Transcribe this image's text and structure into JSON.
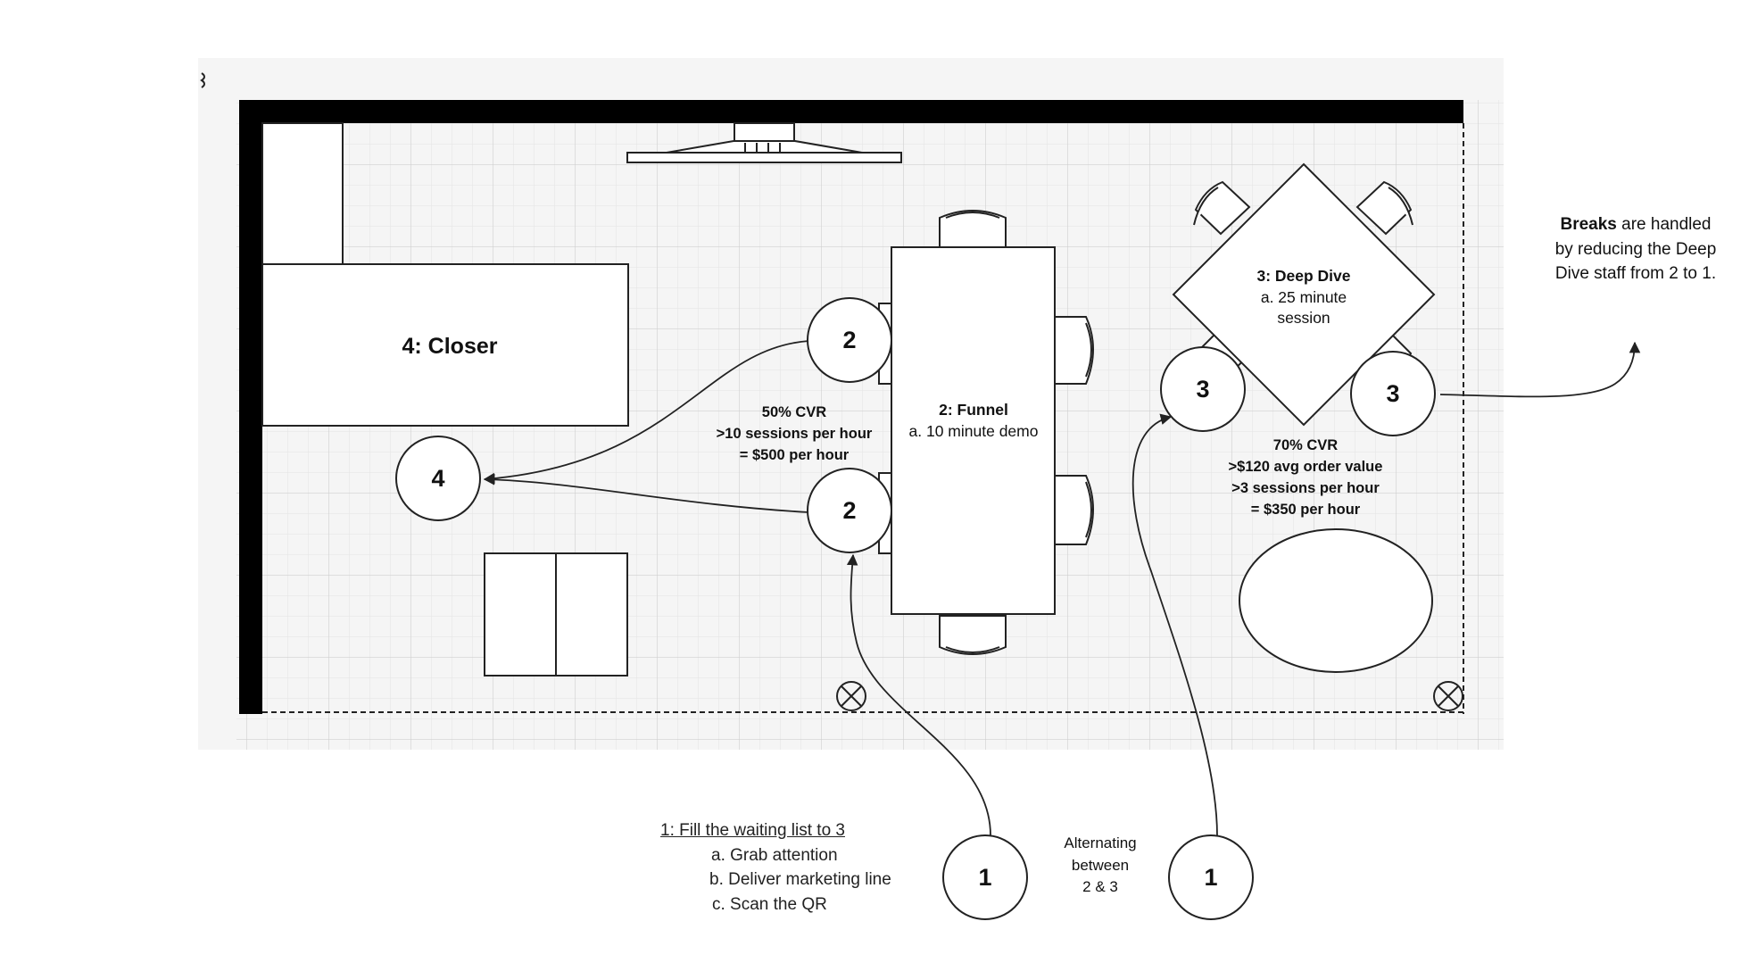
{
  "zones": {
    "closer": {
      "label": "4: Closer"
    },
    "funnel": {
      "title": "2: Funnel",
      "line": "a. 10 minute demo"
    },
    "deep_dive": {
      "title": "3: Deep Dive",
      "line1": "a. 25 minute",
      "line2": "session"
    }
  },
  "nodes": {
    "four": "4",
    "two_top": "2",
    "two_bottom": "2",
    "three_left": "3",
    "three_right": "3",
    "one_left": "1",
    "one_right": "1"
  },
  "metrics": {
    "funnel": {
      "cvr": "50% CVR",
      "sessions": ">10 sessions per hour",
      "value": "= $500 per hour"
    },
    "deep_dive": {
      "cvr": "70% CVR",
      "aov": ">$120 avg order value",
      "sessions": ">3 sessions per hour",
      "value": "= $350 per hour"
    }
  },
  "breaks_note": {
    "bold": "Breaks",
    "rest1": " are handled",
    "line2": "by reducing the Deep",
    "line3": "Dive staff from 2 to 1."
  },
  "step_one": {
    "title": "1: Fill the waiting list to 3",
    "items": [
      "a. Grab attention",
      "b. Deliver marketing line",
      "c. Scan the QR"
    ]
  },
  "alternating": {
    "line1": "Alternating",
    "line2": "between",
    "line3": "2 & 3"
  },
  "colors": {
    "grid": "#d9d9d9",
    "wall": "#000000",
    "stroke": "#222222"
  }
}
